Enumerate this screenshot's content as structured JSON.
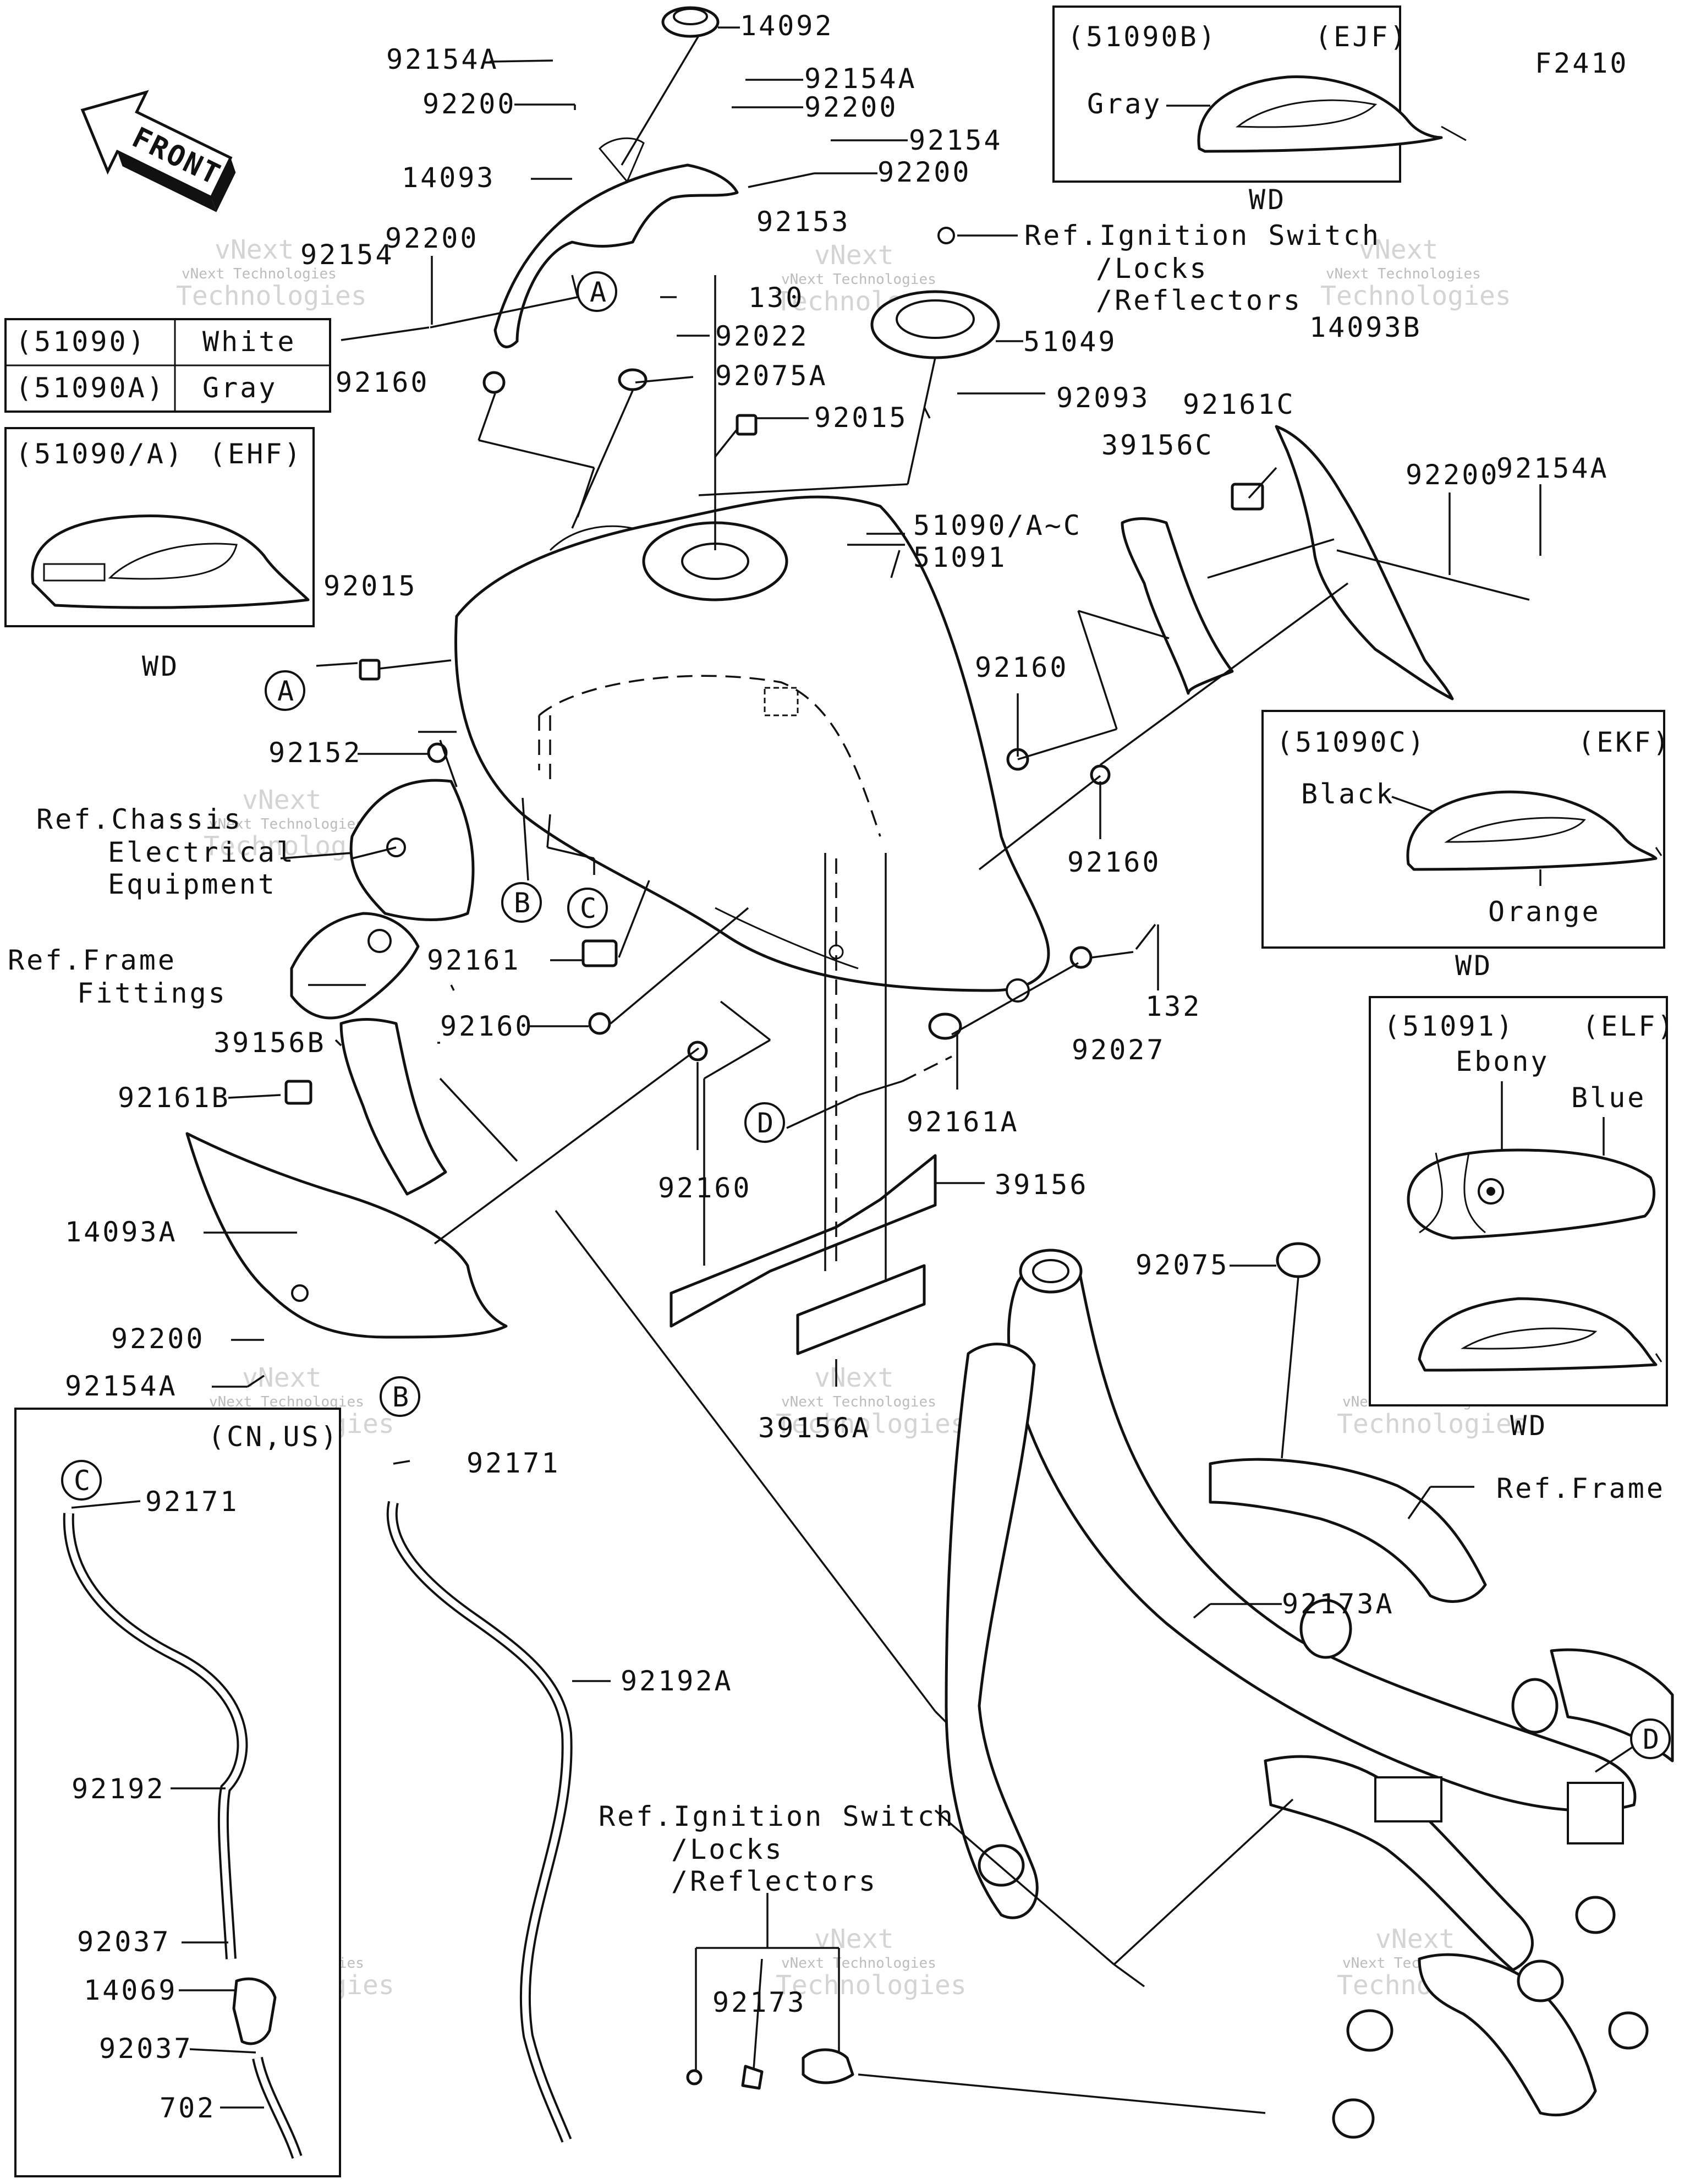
{
  "figure_code": "F2410",
  "front_label": "FRONT",
  "watermark": {
    "line1": "vNext",
    "line2": "vNext Technologies",
    "line3": "Technologies"
  },
  "color_table": [
    {
      "code": "(51090)",
      "color": "White"
    },
    {
      "code": "(51090A)",
      "color": "Gray"
    }
  ],
  "inset_ehf": {
    "code": "(51090/A)",
    "variant": "(EHF)",
    "note": "WD"
  },
  "inset_ejf": {
    "code": "(51090B)",
    "variant": "(EJF)",
    "color": "Gray",
    "note": "WD"
  },
  "inset_ekf": {
    "code": "(51090C)",
    "variant": "(EKF)",
    "color1": "Black",
    "color2": "Orange",
    "note": "WD"
  },
  "inset_elf": {
    "code": "(51091)",
    "variant": "(ELF)",
    "color1": "Ebony",
    "color2": "Blue",
    "note": "WD"
  },
  "cn_us_box": {
    "title": "(CN,US)"
  },
  "callouts": [
    "A",
    "B",
    "C",
    "D"
  ],
  "refs": {
    "ignition_top": [
      "Ref.Ignition Switch",
      "/Locks",
      "/Reflectors"
    ],
    "ignition_bottom": [
      "Ref.Ignition Switch",
      "/Locks",
      "/Reflectors"
    ],
    "chassis": [
      "Ref.Chassis",
      "Electrical",
      "Equipment"
    ],
    "frame_fittings": [
      "Ref.Frame",
      "Fittings"
    ],
    "frame": "Ref.Frame"
  },
  "parts": [
    "14092",
    "92154A",
    "92200",
    "92154A",
    "92200",
    "92154",
    "92200",
    "14093",
    "92153",
    "92154",
    "92200",
    "130",
    "92022",
    "92160",
    "92075A",
    "51049",
    "92093",
    "92015",
    "14093B",
    "92161C",
    "39156C",
    "92200",
    "92154A",
    "51090/A~C",
    "51091",
    "92015",
    "92160",
    "92152",
    "92160",
    "92161",
    "92160",
    "92027",
    "132",
    "39156B",
    "92161B",
    "92161A",
    "92160",
    "39156",
    "14093A",
    "92200",
    "92154A",
    "39156A",
    "92075",
    "92171",
    "92171",
    "92192A",
    "92192",
    "92037",
    "14069",
    "92037",
    "702",
    "92173A",
    "92173"
  ]
}
